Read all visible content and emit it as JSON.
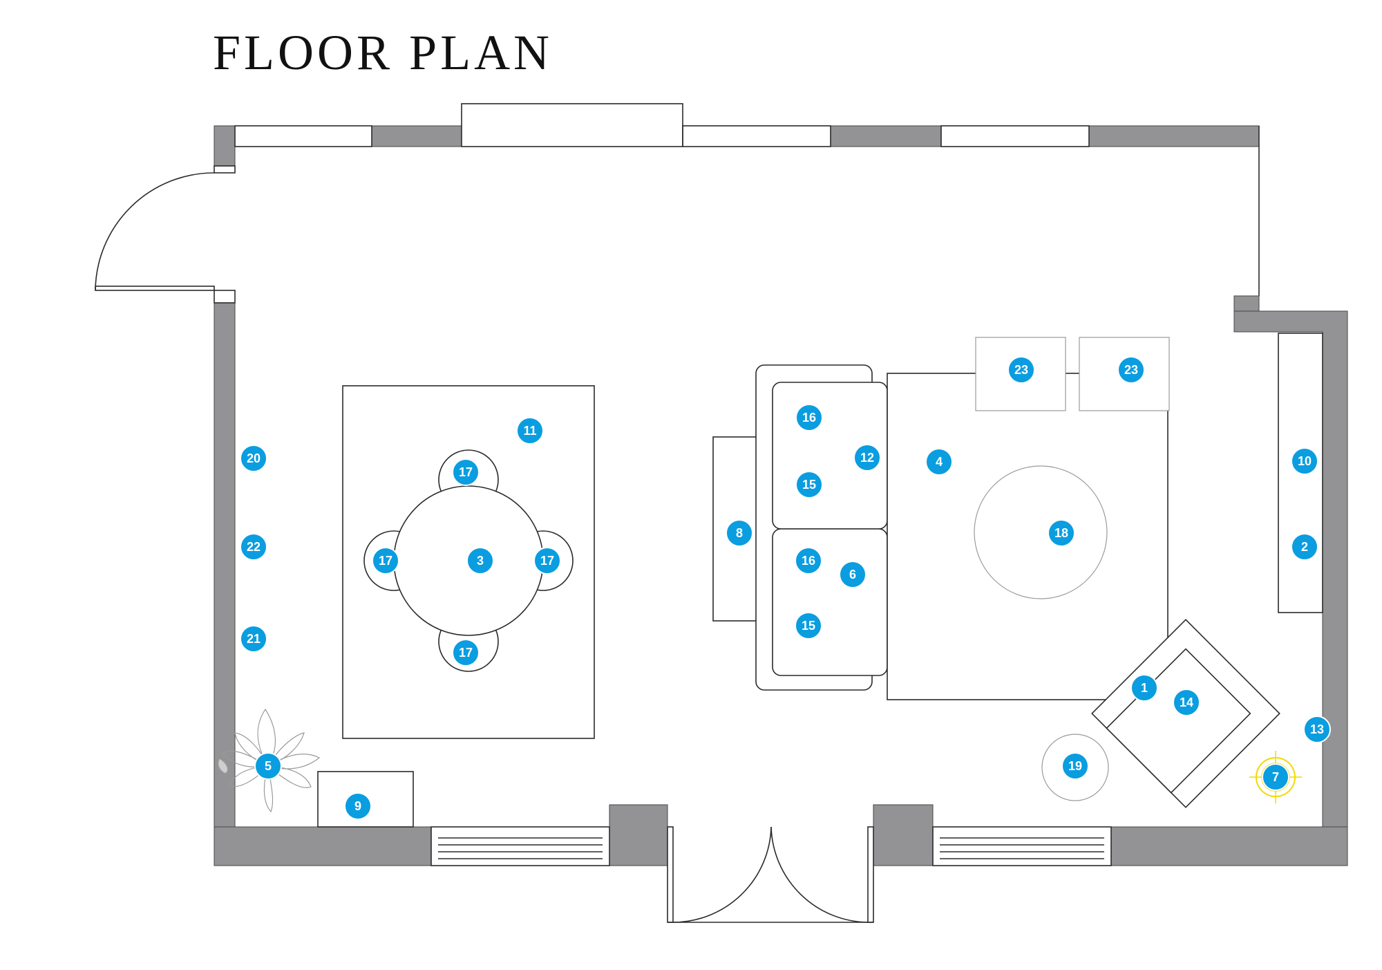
{
  "title": "FLOOR PLAN",
  "colors": {
    "wall": "#939396",
    "badge": "#0a9de0",
    "badge_text": "#ffffff",
    "line": "#2a2a2a",
    "crosshair": "#f2d900"
  },
  "labels": {
    "bed": "1",
    "sideboard": "2",
    "dining_table": "3",
    "main_rug": "4",
    "plant": "5",
    "sofa": "6",
    "floor_lamp": "7",
    "console_table": "8",
    "low_cabinet": "9",
    "wall_shelf": "10",
    "dining_rug": "11",
    "sofa_throw": "12",
    "corner_item": "13",
    "bed_pillow": "14",
    "cushion_lower_a": "15",
    "cushion_lower_b": "15",
    "cushion_upper_a": "16",
    "cushion_upper_b": "16",
    "chair_top": "17",
    "chair_left": "17",
    "chair_right": "17",
    "chair_bottom": "17",
    "coffee_table": "18",
    "side_table": "19",
    "wall_art_top": "20",
    "wall_art_bottom": "21",
    "wall_art_middle": "22",
    "ottoman_left": "23",
    "ottoman_right": "23"
  }
}
